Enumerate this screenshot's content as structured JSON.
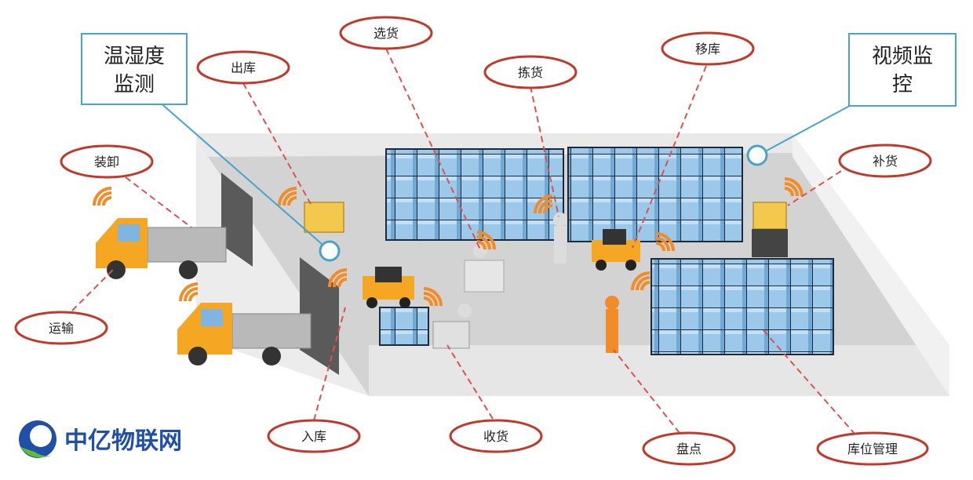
{
  "labels": {
    "xuanhuo": "选货",
    "chuku": "出库",
    "jianhuo": "拣货",
    "yiku": "移库",
    "zhuangxie": "装卸",
    "buhuo": "补货",
    "yunshu": "运输",
    "ruku": "入库",
    "shouhuo": "收货",
    "pandian": "盘点",
    "kuwei": "库位管理"
  },
  "boxes": {
    "temp_line1": "温湿度",
    "temp_line2": "监测",
    "video_line1": "视频监",
    "video_line2": "控"
  },
  "logo": {
    "text": "中亿物联网"
  },
  "colors": {
    "oval_border": "#c0392b",
    "leader_line": "#d9534f",
    "box_border": "#4aa3c8",
    "crate": "#9cc9ea",
    "truck_cab": "#f5a623",
    "logo_blue": "#1f4fa8",
    "logo_green": "#5bbf2e"
  }
}
